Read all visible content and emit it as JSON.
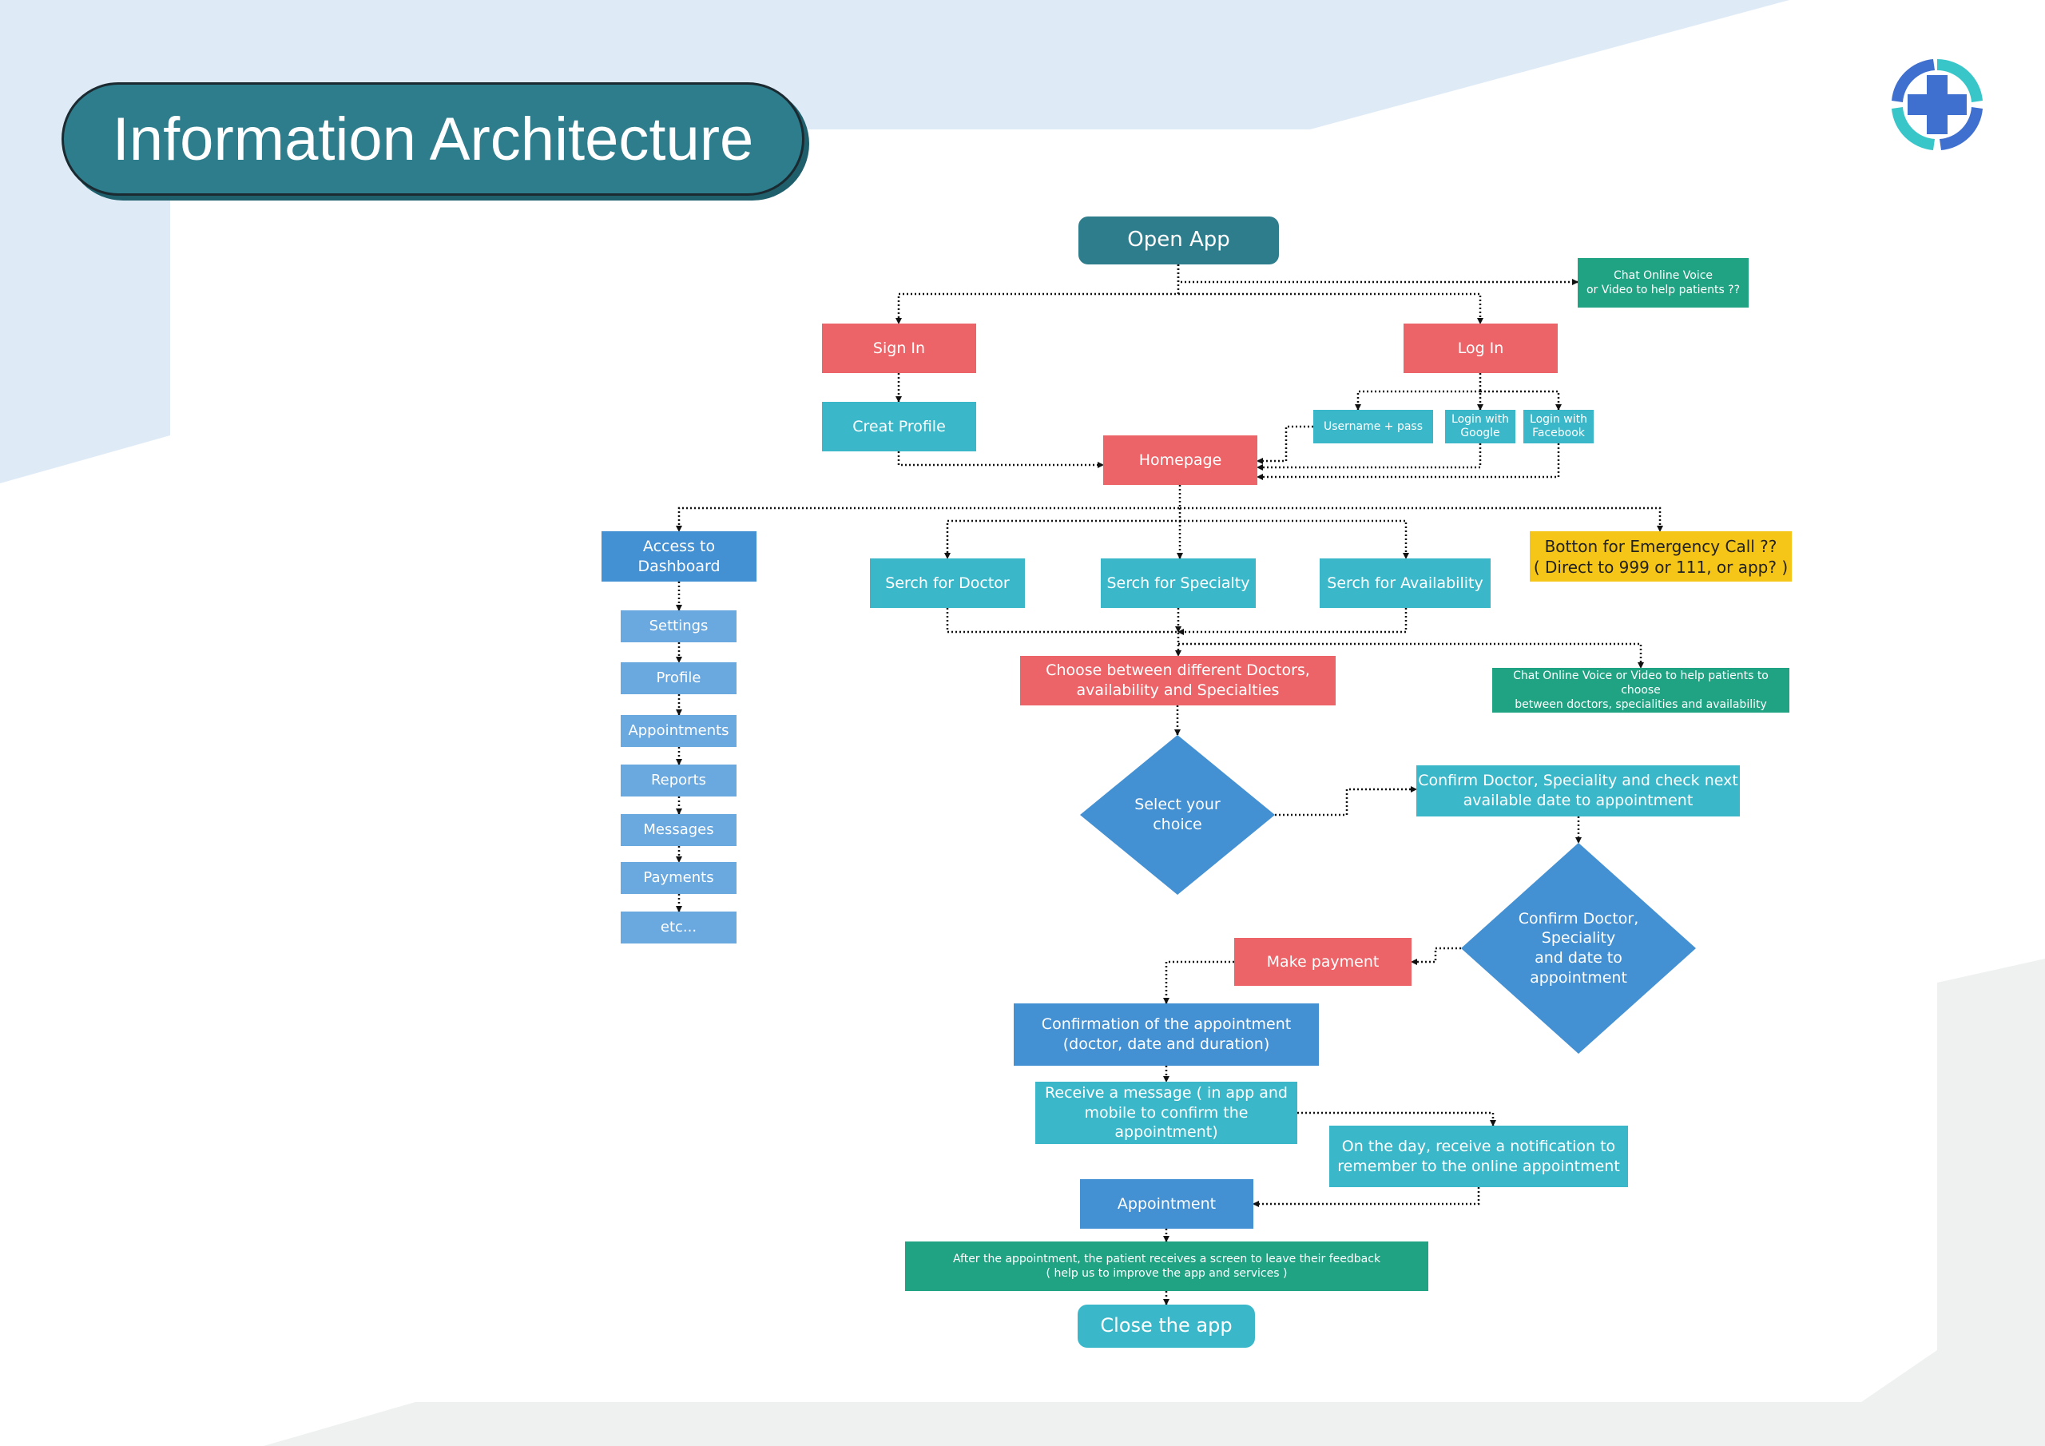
{
  "title": "Information Architecture",
  "logo": {
    "icon": "medical-cross-logo",
    "colors": [
      "#3f6fcf",
      "#38c6c9"
    ]
  },
  "colors": {
    "red": "#ec6468",
    "teal": "#3ab8c9",
    "green": "#1fa383",
    "blue": "#4390d3",
    "light_blue": "#6aa8e0",
    "yellow": "#f5c518",
    "dark_teal": "#2e7d8c"
  },
  "nodes": {
    "open_app": "Open  App",
    "chat_top": "Chat Online Voice\nor Video to help patients ??",
    "sign_in": "Sign In",
    "log_in": "Log In",
    "creat_profile": "Creat Profile",
    "username_pass": "Username + pass",
    "login_google": "Login with\nGoogle",
    "login_facebook": "Login with\nFacebook",
    "homepage": "Homepage",
    "dashboard": "Access to\nDashboard",
    "dashboard_items": [
      "Settings",
      "Profile",
      "Appointments",
      "Reports",
      "Messages",
      "Payments",
      "etc..."
    ],
    "search_doctor": "Serch for Doctor",
    "search_specialty": "Serch for Specialty",
    "search_availability": "Serch for Availability",
    "emergency": "Botton for Emergency Call ??\n( Direct to 999 or 111, or app? )",
    "choose": "Choose between different Doctors,\navailability and Specialties",
    "chat_choose": "Chat Online Voice or Video to help patients to choose\nbetween doctors, specialities and availability",
    "select_choice": "Select your\nchoice",
    "confirm_check": "Confirm Doctor, Speciality and check next\navailable date to appointment",
    "confirm_diamond": "Confirm Doctor,\nSpeciality\nand date to\nappointment",
    "make_payment": "Make payment",
    "confirmation": "Confirmation of the appointment\n(doctor, date and duration)",
    "receive_message": "Receive a message ( in app and\nmobile to confirm the appointment)",
    "on_the_day": "On the day, receive a notification to\nremember to the online appointment",
    "appointment": "Appointment",
    "feedback": "After the appointment, the patient receives a screen to leave their feedback\n( help us to improve the app and services )",
    "close_app": "Close the app"
  }
}
